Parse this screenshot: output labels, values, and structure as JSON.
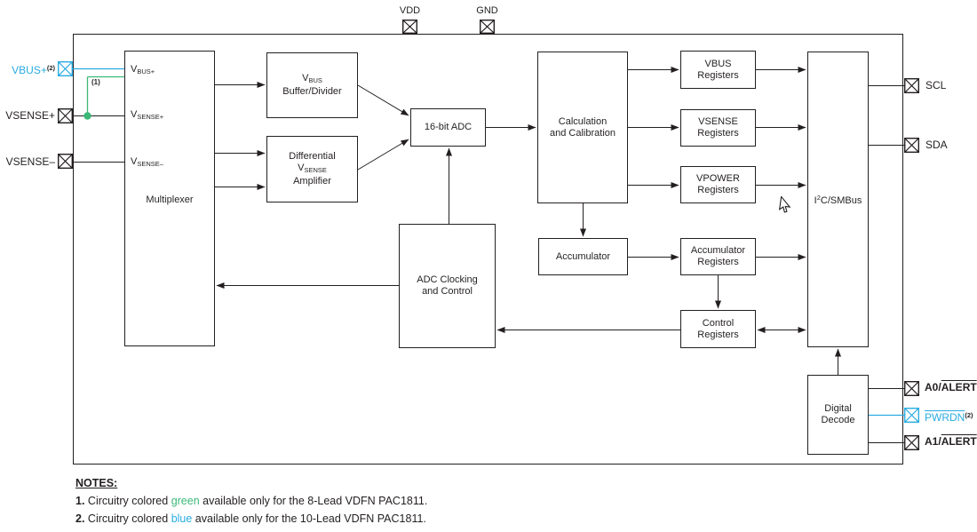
{
  "colors": {
    "cyan": "#29ABE2",
    "green": "#3CB878",
    "line": "#231f20"
  },
  "top_pins": {
    "vdd": "VDD",
    "gnd": "GND"
  },
  "left_pins": {
    "vbus": {
      "label": "VBUS+",
      "sup": "(2)"
    },
    "vsense_p": {
      "label": "VSENSE+"
    },
    "vsense_n": {
      "label": "VSENSE–"
    }
  },
  "right_pins": {
    "scl": {
      "label": "SCL"
    },
    "sda": {
      "label": "SDA"
    },
    "a0": {
      "prefix": "A0/",
      "overline": "ALERT"
    },
    "pwrdn": {
      "overline": "PWRDN",
      "sup": "(2)"
    },
    "a1": {
      "prefix": "A1/",
      "overline": "ALERT"
    }
  },
  "blocks": {
    "multiplexer": {
      "label": "Multiplexer",
      "inputs": [
        {
          "base": "V",
          "sub": "BUS+"
        },
        {
          "base": "V",
          "sub": "SENSE+"
        },
        {
          "base": "V",
          "sub": "SENSE–"
        }
      ]
    },
    "vbus_buffer": {
      "base": "V",
      "sub": "BUS",
      "line2": "Buffer/Divider"
    },
    "diff_amp": {
      "line1": "Differential",
      "base": "V",
      "sub": "SENSE",
      "line3": "Amplifier"
    },
    "adc": {
      "label": "16-bit ADC"
    },
    "calc": {
      "line1": "Calculation",
      "line2": "and Calibration"
    },
    "adc_clocking": {
      "line1": "ADC Clocking",
      "line2": "and Control"
    },
    "accumulator": {
      "label": "Accumulator"
    },
    "vbus_registers": {
      "line1": "VBUS",
      "line2": "Registers"
    },
    "vsense_registers": {
      "line1": "VSENSE",
      "line2": "Registers"
    },
    "vpower_registers": {
      "line1": "VPOWER",
      "line2": "Registers"
    },
    "accumulator_registers": {
      "line1": "Accumulator",
      "line2": "Registers"
    },
    "control_registers": {
      "line1": "Control",
      "line2": "Registers"
    },
    "i2c": {
      "pre": "I",
      "sup": "2",
      "post": "C/SMBus"
    },
    "digital_decode": {
      "line1": "Digital",
      "line2": "Decode"
    }
  },
  "annotations": {
    "note_ref_1": "(1)"
  },
  "notes": {
    "heading": "NOTES:",
    "items": [
      {
        "num": "1.",
        "pre": " Circuitry colored ",
        "word": "green",
        "post": " available only for the 8-Lead VDFN PAC1811."
      },
      {
        "num": "2.",
        "pre": " Circuitry colored ",
        "word": "blue",
        "post": " available only for the 10-Lead VDFN PAC1811."
      }
    ]
  }
}
